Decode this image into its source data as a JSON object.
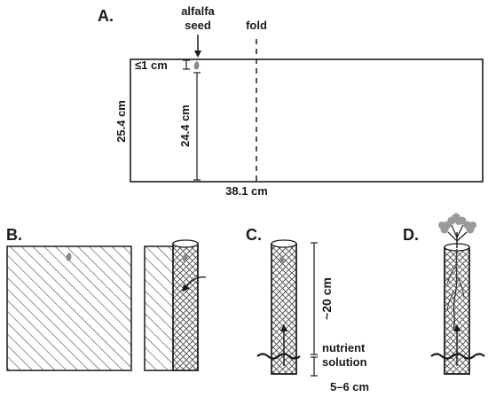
{
  "panels": {
    "a": {
      "label": "A.",
      "seed_label_line1": "alfalfa",
      "seed_label_line2": "seed",
      "fold_label": "fold",
      "gap_label": "≤1 cm",
      "height_label": "25.4 cm",
      "inner_height_label": "24.4 cm",
      "width_label": "38.1 cm"
    },
    "b": {
      "label": "B."
    },
    "c": {
      "label": "C.",
      "length_label": "~20 cm",
      "nutrient_line1": "nutrient",
      "nutrient_line2": "solution",
      "depth_label": "5–6 cm"
    },
    "d": {
      "label": "D."
    }
  },
  "colors": {
    "ink": "#1a1a1a",
    "seed": "#8a8a8a",
    "leaf": "#9a9a9a",
    "hatch": "#5a5a5a"
  },
  "icons": [
    "seed-icon",
    "plant-icon",
    "arrow-icon",
    "curved-arrow-icon"
  ]
}
